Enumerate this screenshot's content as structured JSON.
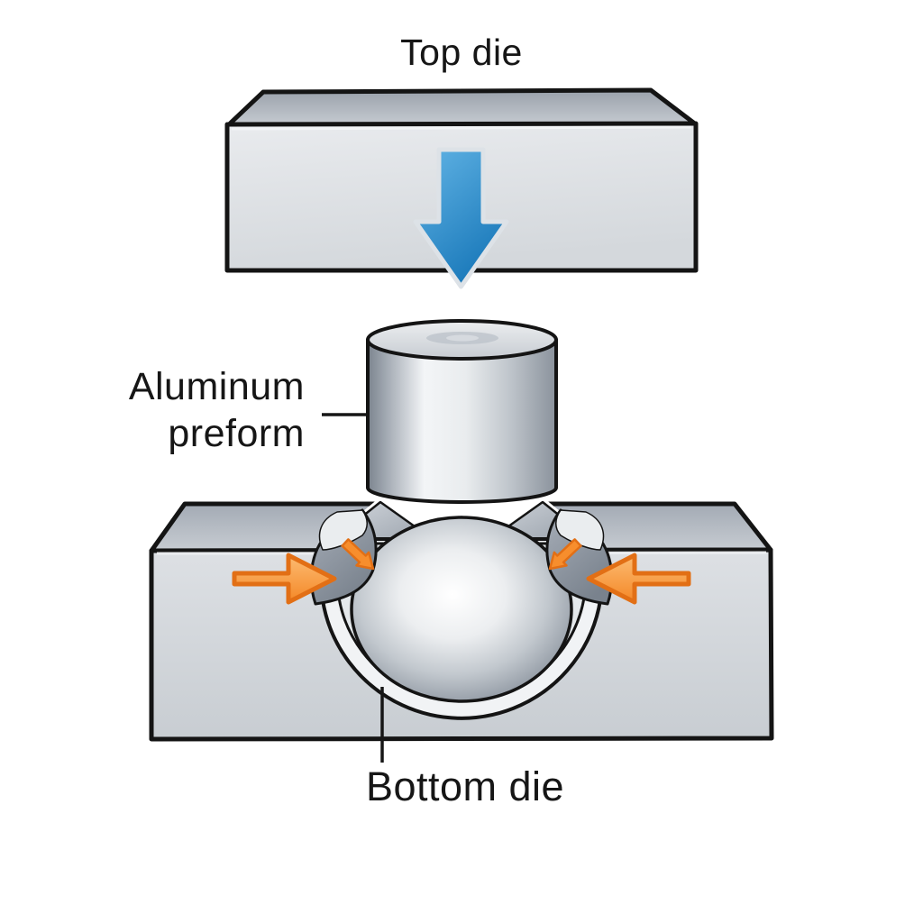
{
  "figure": {
    "type": "process-diagram",
    "subject": "forging of an aluminum preform between two dies",
    "background": "#ffffff"
  },
  "labels": {
    "top_die": "Top die",
    "aluminum_preform": {
      "line1": "Aluminum",
      "line2": "preform"
    },
    "bottom_die": "Bottom die"
  },
  "icons": {
    "press_arrow": "blue-down-arrow",
    "flow_arrow_left": "orange-right-arrow-inward",
    "flow_arrow_right": "orange-left-arrow-inward",
    "small_flow_arrow_left": "orange-diagonal-arrow-down-right",
    "small_flow_arrow_right": "orange-diagonal-arrow-down-left"
  },
  "colors": {
    "text": "#161616",
    "outline": "#141414",
    "blue_light": "#62b4e5",
    "blue_dark": "#1a79ba",
    "blue_outline": "#dde2e7",
    "orange_light": "#fcbc72",
    "orange_dark": "#f48827",
    "orange_outline": "#e26f15",
    "metal_highlight": "#f3f5f7",
    "metal_light": "#e9ebee",
    "metal_mid": "#c7ccd2",
    "metal_dark": "#8a929c",
    "metal_top_dark": "#9aa1ab",
    "sphere_core": "#ffffff",
    "sphere_edge": "#5b646e",
    "cavity_wall": "#f1f3f5"
  }
}
